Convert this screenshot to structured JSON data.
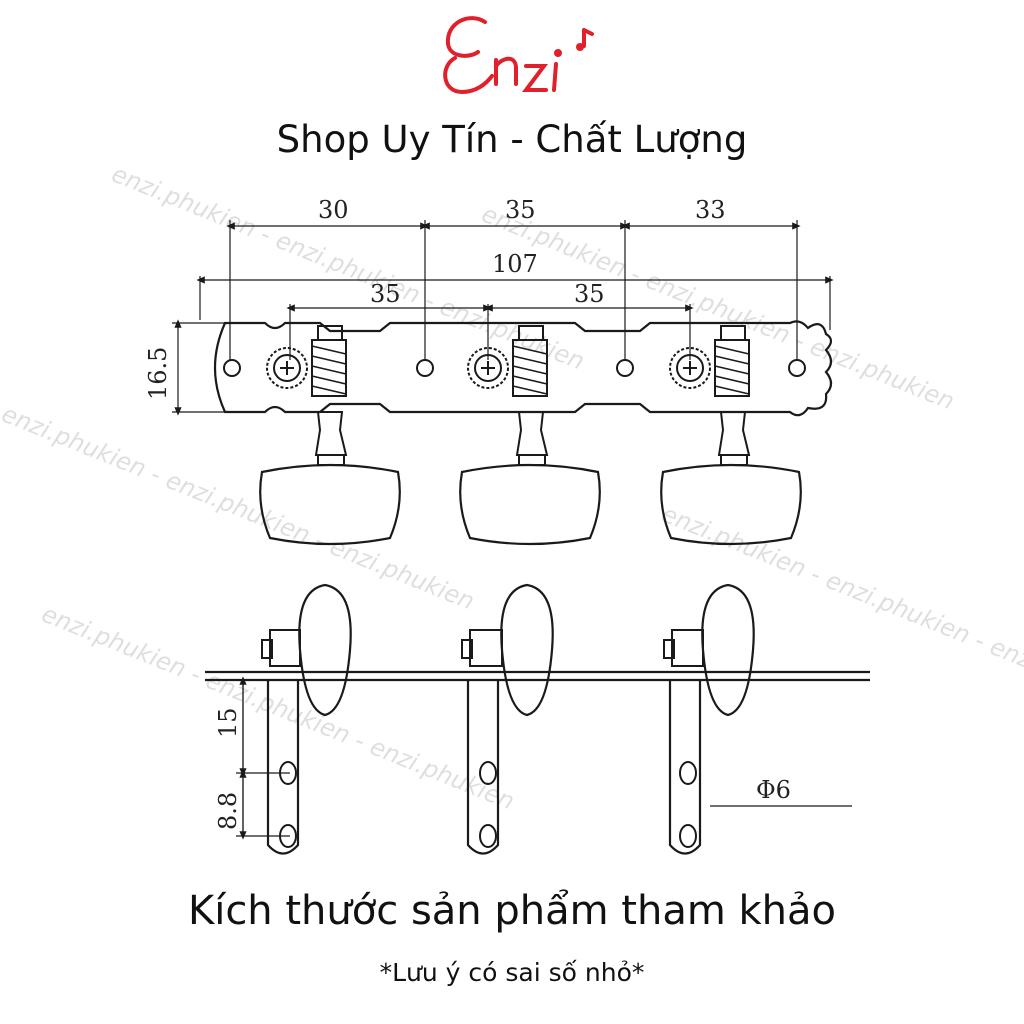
{
  "brand": {
    "logo_text": "Enzi",
    "color": "#e0202a"
  },
  "header": {
    "tagline": "Shop Uy Tín - Chất Lượng"
  },
  "watermark": {
    "text": "enzi.phukien - enzi.phukien - enzi.phukien"
  },
  "drawing": {
    "top_view": {
      "dims_top": [
        "30",
        "35",
        "33"
      ],
      "overall": "107",
      "post_spacing": [
        "35",
        "35"
      ],
      "plate_height": "16.5"
    },
    "side_view": {
      "offset_post": "15",
      "hole_spacing": "8.8",
      "diameter": "Φ6"
    }
  },
  "footer": {
    "caption": "Kích thước sản phẩm tham khảo",
    "note": "*Lưu ý có sai số nhỏ*"
  }
}
